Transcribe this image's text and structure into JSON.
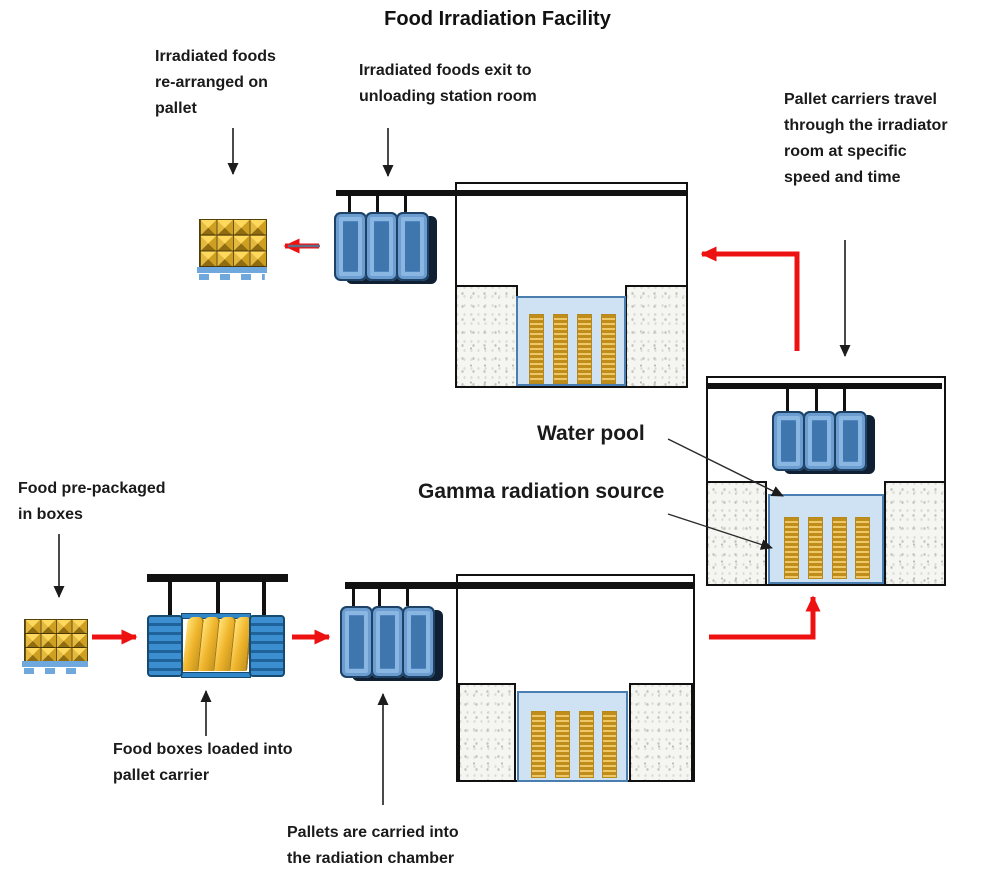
{
  "title": "Food Irradiation Facility",
  "annotations": {
    "rearranged_pallet": "Irradiated foods\nre-arranged on\npallet",
    "exit_unloading": "Irradiated foods exit to\nunloading station room",
    "carriers_travel": "Pallet carriers travel\nthrough the irradiator\nroom at specific\nspeed and time",
    "water_pool": "Water pool",
    "gamma_source": "Gamma radiation source",
    "prepackaged": "Food pre-packaged\nin boxes",
    "loaded_into_carrier": "Food boxes loaded into\npallet carrier",
    "carried_into_chamber": "Pallets are carried into\nthe radiation chamber"
  },
  "colors": {
    "flow_arrow_red": "#ee1111",
    "carrier_blue": "#4f86c0",
    "carrier_shadow": "#101f31",
    "food_box_gold": "#e3b93f",
    "water_pool_blue": "#cfe2f3",
    "pool_border_blue": "#4a7eb0",
    "source_rack_gold": "#c08c1a",
    "pallet_base_blue": "#6fa8dc",
    "concrete_gray": "#f5f5f2",
    "structure_black": "#111111"
  }
}
